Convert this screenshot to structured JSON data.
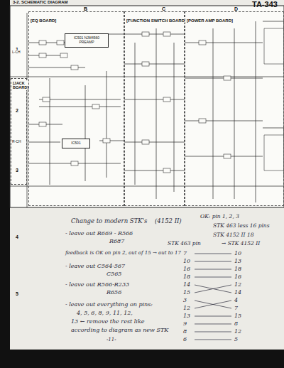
{
  "diagram": {
    "title": "3-2. SCHEMATIC DIAGRAM",
    "nodes": [
      {
        "text": [
          "[EQ BOARD]"
        ]
      },
      {
        "text": [
          "[FUNCTION SWITCH BOARD]"
        ]
      },
      {
        "text": [
          "[POWER AMP BOARD]"
        ]
      },
      {
        "text": [
          "[JACK BOARD]"
        ]
      },
      {
        "text": [
          "IC501 NJM4560",
          "PREAMP"
        ],
        "in": 0
      },
      {
        "text": [
          "IC501"
        ],
        "in": 0
      }
    ],
    "labels": [
      "TA-343",
      "B",
      "C",
      "D",
      "1",
      "2",
      "3",
      "4",
      "5",
      "L-CH",
      "R-CH",
      "Change to modern STK's",
      "(4152 II)",
      "- leave out R669 - R566",
      "R687",
      "feedback is OK on pin 2, out of 15 → out to 17",
      "- leave out C564-567",
      "C565",
      "- leave out R566-R233",
      "R656",
      "- leave out everything on pins:",
      "4, 5, 6, 8, 9, 11, 12,",
      "13 ← remove the rest like",
      "according to diagram as new STK",
      "OK: pin 1, 2, 3",
      "STK 463 less 16 pins",
      "STK 4152 II  18",
      "STK 463 pin",
      "→ STK 4152 II",
      "7",
      "10",
      "10",
      "13",
      "16",
      "18",
      "18",
      "16",
      "14",
      "12",
      "15",
      "14",
      "3",
      "4",
      "12",
      "7",
      "13",
      "15",
      "9",
      "8",
      "8",
      "12",
      "6",
      "5",
      "-11-"
    ]
  }
}
